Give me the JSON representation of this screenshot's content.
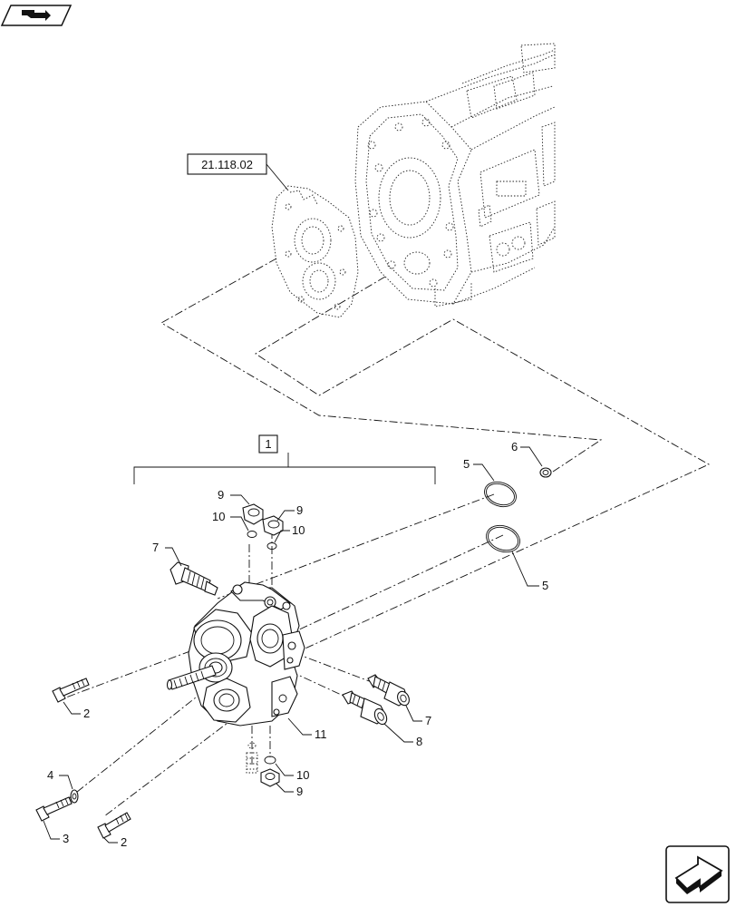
{
  "reference_box": "21.118.02",
  "assembly_box": "1",
  "callouts": {
    "c2a": "2",
    "c2b": "2",
    "c3": "3",
    "c4": "4",
    "c5a": "5",
    "c5b": "5",
    "c6": "6",
    "c7a": "7",
    "c7b": "7",
    "c8": "8",
    "c9a": "9",
    "c9b": "9",
    "c9c": "9",
    "c10a": "10",
    "c10b": "10",
    "c10c": "10",
    "c11": "11"
  },
  "icons": {
    "top_left": "previous-page-icon",
    "bottom_right": "next-page-icon"
  }
}
